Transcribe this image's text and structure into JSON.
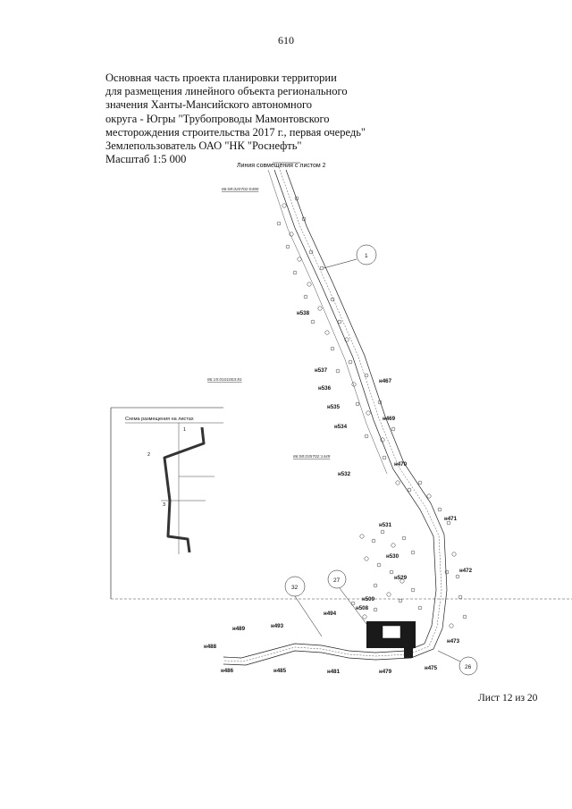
{
  "page_number": "610",
  "title_lines": [
    "Основная часть проекта планировки территории",
    "для размещения линейного объекта регионального",
    "значения Ханты-Мансийского автономного",
    "округа - Югры \"Трубопроводы Мамонтовского",
    "месторождения строительства 2017 г., первая очередь\"",
    "Землепользователь ОАО \"НК \"Роснефть\"",
    "Масштаб 1:5 000"
  ],
  "map": {
    "match_line_caption": "Линия совмещения с листом 2",
    "cadastral": [
      "86:08:020702:0490",
      "86:15:0101003:81",
      "86:08:035702:1449"
    ],
    "point_labels": [
      "н538",
      "н537",
      "н536",
      "н535",
      "н534",
      "н532",
      "н467",
      "н469",
      "н470",
      "н471",
      "н531",
      "н530",
      "н529",
      "н472",
      "н473",
      "н475",
      "н479",
      "н481",
      "н485",
      "н486",
      "н488",
      "н489",
      "н493",
      "н494",
      "н508",
      "н509"
    ],
    "callouts": [
      "1",
      "27",
      "32",
      "26"
    ],
    "inset": {
      "title": "Схема размещения на листах",
      "numbers": [
        "1",
        "2",
        "3"
      ]
    }
  },
  "sheet_label": "Лист 12 из 20"
}
